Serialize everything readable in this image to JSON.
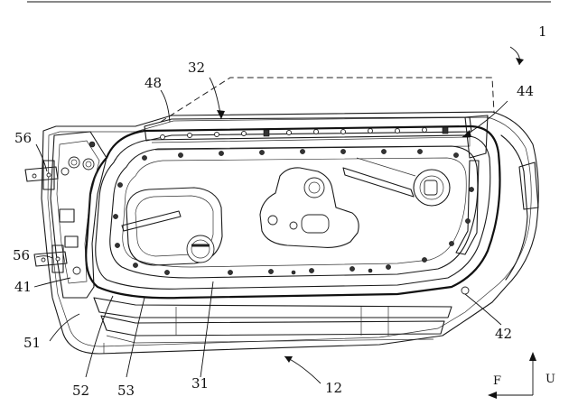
{
  "labels": {
    "door_assembly": "1",
    "outer_panel_bottom": "12",
    "inner_panel": "31",
    "upper_edge": "32",
    "weatherstrip_front": "41",
    "weatherstrip_rear": "42",
    "sash_corner": "44",
    "hinge_side": "48",
    "lower_seal_outer": "51",
    "lower_seal_mid": "52",
    "lower_seal_inner": "53",
    "hinge_upper": "56",
    "hinge_lower": "56"
  },
  "axes": {
    "forward": "F",
    "up": "U"
  }
}
